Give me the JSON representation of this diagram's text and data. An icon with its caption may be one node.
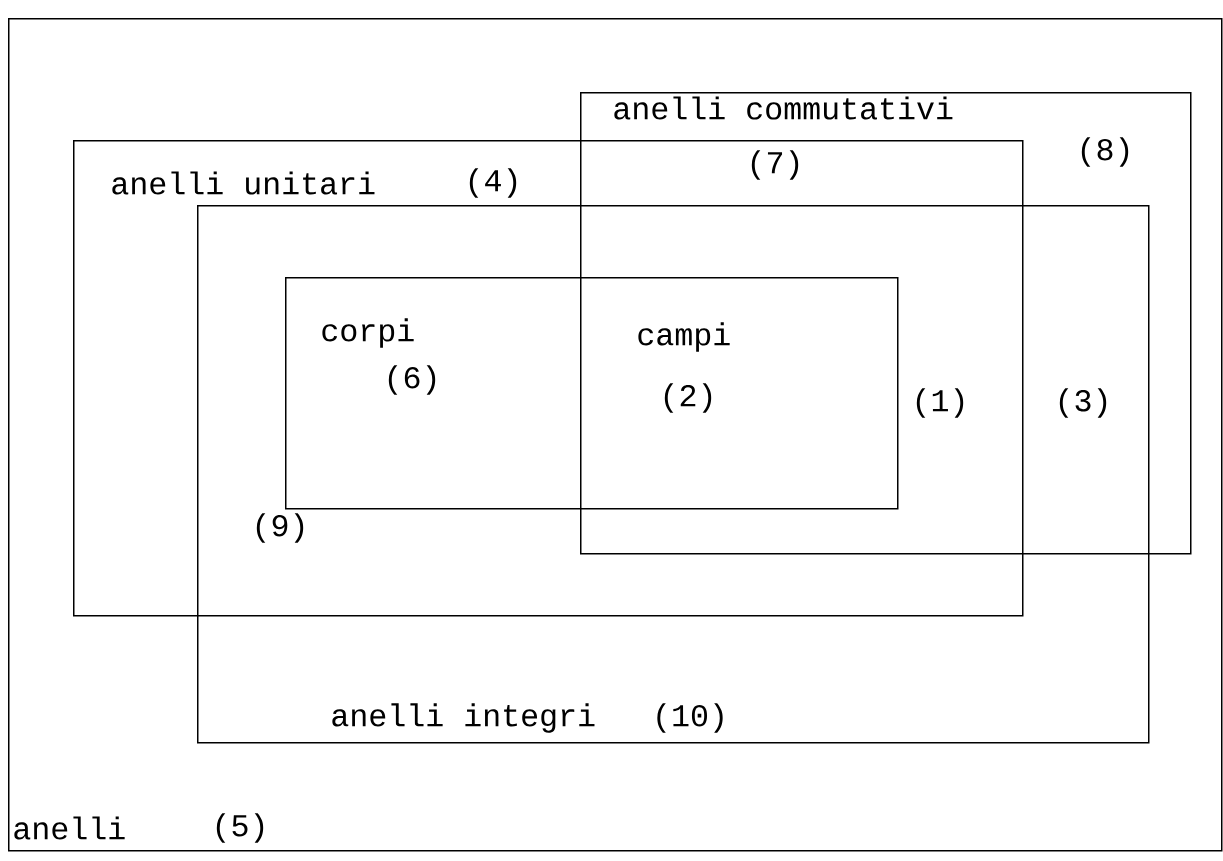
{
  "diagram": {
    "nodes": [
      {
        "text": [
          "anelli",
          "(5)"
        ]
      },
      {
        "text": [
          "anelli unitari",
          "(4)"
        ],
        "in": 0
      },
      {
        "text": [
          "anelli commutativi"
        ],
        "in": 0
      },
      {
        "text": [
          "anelli integri",
          "(10)"
        ],
        "in": 0
      },
      {
        "text": [
          "corpi",
          "(6)",
          "campi",
          "(2)"
        ]
      }
    ],
    "labels": [
      "(8)",
      "(7)",
      "(1)",
      "(3)",
      "(9)"
    ]
  }
}
